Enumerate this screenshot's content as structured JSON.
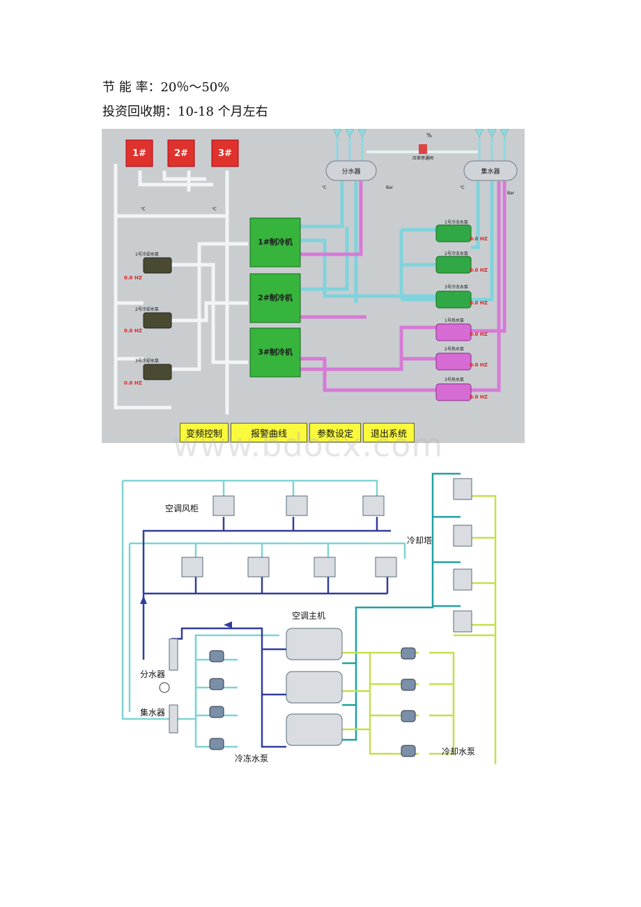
{
  "doc": {
    "line1": "节 能 率：20％～50%",
    "line2": "投资回收期：10-18 个月左右"
  },
  "scada": {
    "towers": [
      "1#",
      "2#",
      "3#"
    ],
    "distributor": "分水器",
    "collector": "集水器",
    "chillers": [
      "1#制冷机",
      "2#制冷机",
      "3#制冷机"
    ],
    "cooling_pumps": [
      "1号冷却水泵",
      "2号冷却水泵",
      "3号冷却水泵"
    ],
    "chilled_pumps": [
      "1号冷冻水泵",
      "2号冷冻水泵",
      "3号冷冻水泵"
    ],
    "hot_pumps": [
      "1号热水泵",
      "2号热水泵",
      "3号热水泵"
    ],
    "freq": "0.0 HZ",
    "temp_unit": "℃",
    "pressure_unit": "Bar",
    "percent": "%",
    "valve_label": "压差旁通阀",
    "buttons": [
      "变频控制",
      "报警曲线",
      "参数设定",
      "退出系统"
    ],
    "colors": {
      "background": "#c9cdd0",
      "tower": "#e0322c",
      "chiller": "#36b43c",
      "pink_pipe": "#d77ad6",
      "cyan_pipe": "#7fd3dc",
      "button": "#fafa3c"
    }
  },
  "watermark": "www.bdocx.com",
  "diagram": {
    "labels": {
      "ahu": "空调风柜",
      "cooling_tower": "冷却塔",
      "chiller": "空调主机",
      "distributor": "分水器",
      "collector": "集水器",
      "chilled_pump": "冷冻水泵",
      "cooling_pump": "冷却水泵"
    },
    "colors": {
      "supply": "#2f3d9e",
      "return": "#7fd3d3",
      "cooling": "#c2e04c",
      "tower_line": "#20a0a0"
    }
  }
}
